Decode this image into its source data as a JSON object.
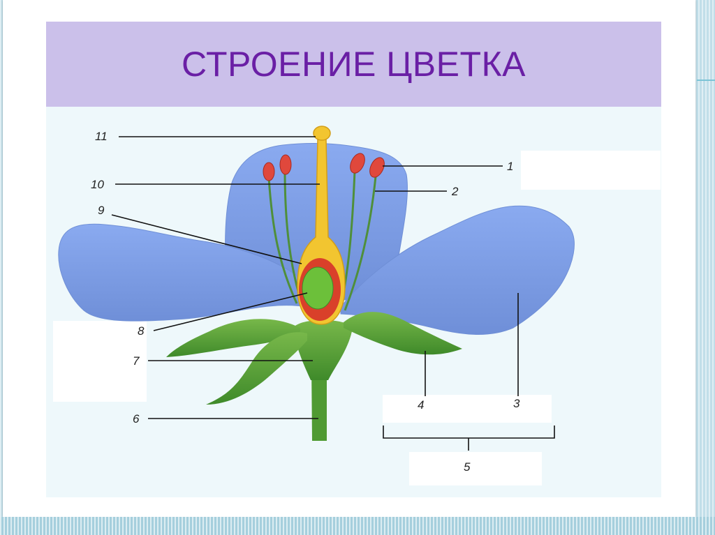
{
  "title": "СТРОЕНИЕ ЦВЕТКА",
  "labels": {
    "n1": "1",
    "n2": "2",
    "n3": "3",
    "n4": "4",
    "n5": "5",
    "n6": "6",
    "n7": "7",
    "n8": "8",
    "n9": "9",
    "n10": "10",
    "n11": "11"
  },
  "colors": {
    "title_text": "#6a1fa5",
    "title_bg": "#cbc0ea",
    "petal": "#7f9fe6",
    "sepal": "#5c9f3b",
    "pistil": "#f2c530",
    "ovary_wall": "#d9402a",
    "ovule": "#6cc03a",
    "anther": "#e0483c"
  }
}
